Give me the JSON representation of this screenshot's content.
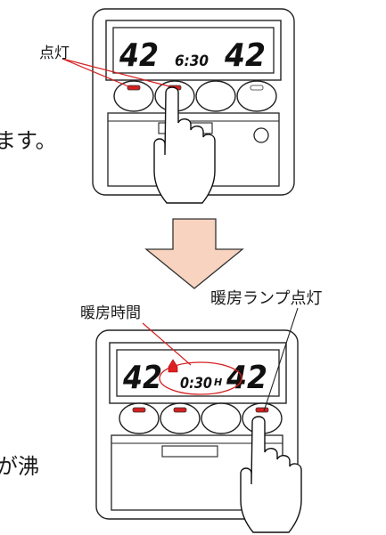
{
  "labels": {
    "lit_top": "点灯",
    "heating_time": "暖房時間",
    "heating_lamp_lit": "暖房ランプ点灯",
    "text_fragment_top": "ます。",
    "text_fragment_bottom": "が沸"
  },
  "panel_top": {
    "left_temp": "42",
    "time": "6:30",
    "right_temp": "42",
    "lamps": [
      "red",
      "red",
      "off",
      "off"
    ]
  },
  "panel_bottom": {
    "left_temp": "42",
    "time": "0:30",
    "time_unit": "H",
    "right_temp": "42",
    "lamps": [
      "red",
      "red",
      "off",
      "red"
    ]
  },
  "colors": {
    "lamp_on": "#d42020",
    "arrow_fill": "#f8d3c0",
    "callout_line": "#d42020"
  },
  "icons": [
    "finger-pointer-icon",
    "down-arrow-icon",
    "heating-house-icon"
  ]
}
